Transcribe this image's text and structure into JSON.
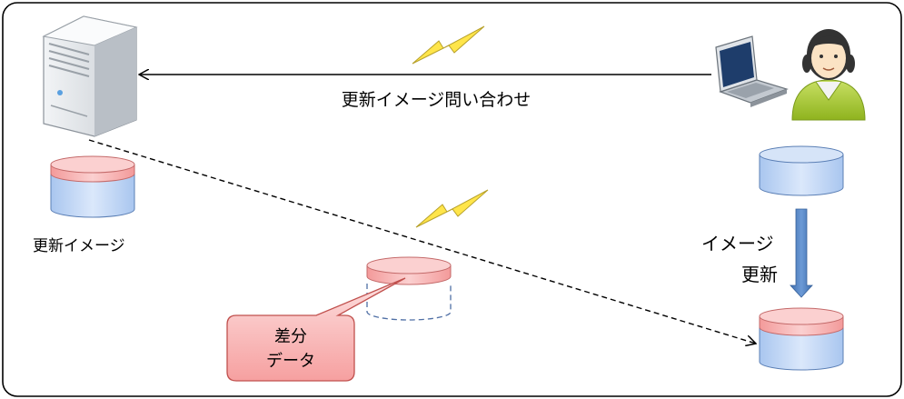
{
  "diagram": {
    "query_label": "更新イメージ問い合わせ",
    "server_label": "更新イメージ",
    "update_label_line1": "イメージ",
    "update_label_line2": "更新",
    "callout_line1": "差分",
    "callout_line2": "データ"
  },
  "colors": {
    "db_blue": "#b9d3f5",
    "db_red": "#f6a8a8",
    "callout_fill": "#f8b6b6",
    "update_arrow": "#4f81bd",
    "lightning": "#ffe54a",
    "person_body": "#a5c82a"
  },
  "icons": [
    "server-icon",
    "laptop-icon",
    "person-icon",
    "lightning-icon",
    "database-icon"
  ]
}
